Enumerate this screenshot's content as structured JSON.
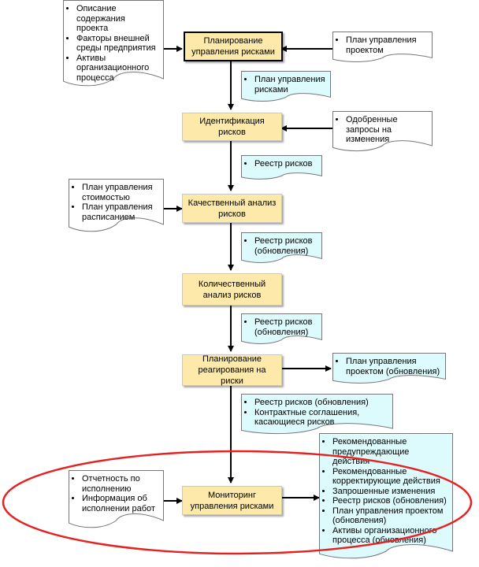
{
  "processes": {
    "plan": "Планирование управления рисками",
    "identify": "Идентификация рисков",
    "qualitative": "Качественный анализ рисков",
    "quantitative": "Количественный анализ рисков",
    "response": "Планирование реагирования на риски",
    "monitor": "Мониторинг управления рисками"
  },
  "docs": {
    "plan_inputs_left": [
      "Описание содержания проекта",
      "Факторы внешней среды предприятия",
      "Активы организационного процесса"
    ],
    "plan_input_right": [
      "План управления проектом"
    ],
    "plan_output": [
      "План управления рисками"
    ],
    "identify_input_right": [
      "Одобренные запросы на изменения"
    ],
    "identify_output": [
      "Реестр рисков"
    ],
    "qualitative_inputs_left": [
      "План управления стоимостью",
      "План управления расписанием"
    ],
    "qualitative_output": [
      "Реестр рисков (обновления)"
    ],
    "quantitative_output": [
      "Реестр рисков (обновления)"
    ],
    "response_output_right": [
      "План управления проектом (обновления)"
    ],
    "response_output": [
      "Реестр рисков (обновления)",
      "Контрактные соглашения, касающиеся рисков"
    ],
    "monitor_inputs_left": [
      "Отчетность по исполнению",
      "Информация об исполнении работ"
    ],
    "monitor_outputs_right": [
      "Рекомендованные предупреждающие действия",
      "Рекомендованные корректирующие действия",
      "Запрошенные изменения",
      "Реестр рисков (обновления)",
      "План управления проектом (обновления)",
      "Активы организационного процесса (обновления)"
    ]
  },
  "colors": {
    "process_fill": "#fde9a9",
    "output_doc_fill": "#ddfafd",
    "input_doc_fill": "#ffffff",
    "highlight_ellipse": "#e52222"
  }
}
